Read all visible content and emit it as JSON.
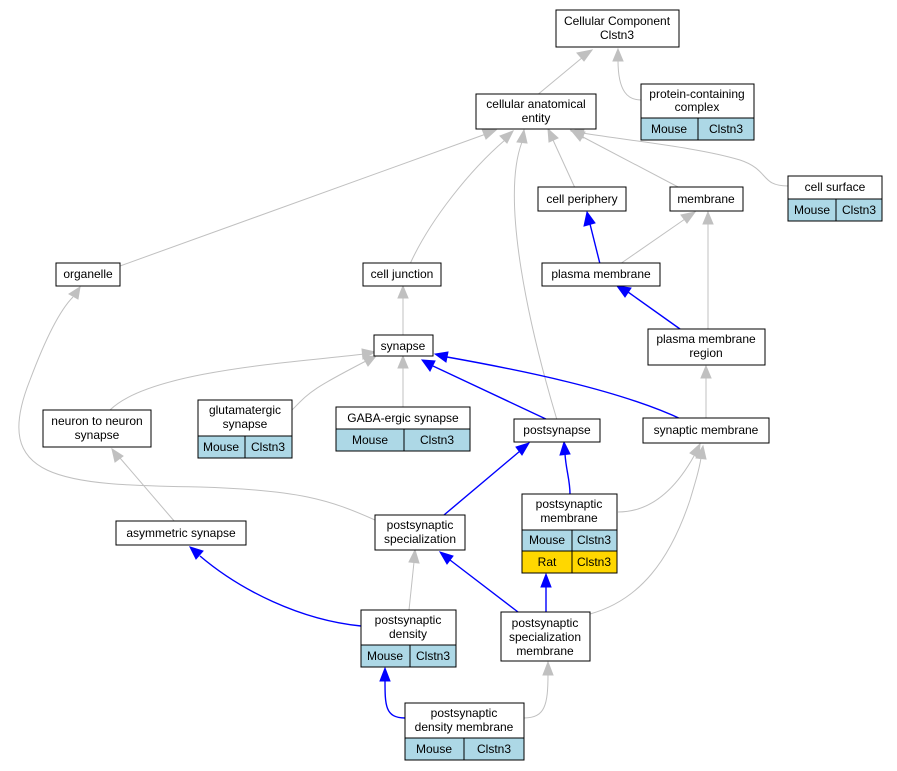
{
  "nodes": {
    "cellular_component": {
      "line1": "Cellular Component",
      "line2": "Clstn3"
    },
    "protein_containing_complex": {
      "line1": "protein-containing",
      "line2": "complex",
      "cell1": "Mouse",
      "cell2": "Clstn3"
    },
    "cellular_anatomical_entity": {
      "line1": "cellular anatomical",
      "line2": "entity"
    },
    "cell_periphery": {
      "line1": "cell periphery"
    },
    "membrane": {
      "line1": "membrane"
    },
    "cell_surface": {
      "line1": "cell surface",
      "cell1": "Mouse",
      "cell2": "Clstn3"
    },
    "organelle": {
      "line1": "organelle"
    },
    "cell_junction": {
      "line1": "cell junction"
    },
    "plasma_membrane": {
      "line1": "plasma membrane"
    },
    "plasma_membrane_region": {
      "line1": "plasma membrane",
      "line2": "region"
    },
    "synapse": {
      "line1": "synapse"
    },
    "neuron_to_neuron_synapse": {
      "line1": "neuron to neuron",
      "line2": "synapse"
    },
    "glutamatergic_synapse": {
      "line1": "glutamatergic",
      "line2": "synapse",
      "cell1": "Mouse",
      "cell2": "Clstn3"
    },
    "gaba_ergic_synapse": {
      "line1": "GABA-ergic synapse",
      "cell1": "Mouse",
      "cell2": "Clstn3"
    },
    "postsynapse": {
      "line1": "postsynapse"
    },
    "synaptic_membrane": {
      "line1": "synaptic membrane"
    },
    "postsynaptic_membrane": {
      "line1": "postsynaptic",
      "line2": "membrane",
      "cell1": "Mouse",
      "cell2": "Clstn3",
      "cell3": "Rat",
      "cell4": "Clstn3"
    },
    "asymmetric_synapse": {
      "line1": "asymmetric synapse"
    },
    "postsynaptic_specialization": {
      "line1": "postsynaptic",
      "line2": "specialization"
    },
    "postsynaptic_density": {
      "line1": "postsynaptic",
      "line2": "density",
      "cell1": "Mouse",
      "cell2": "Clstn3"
    },
    "postsynaptic_specialization_membrane": {
      "line1": "postsynaptic",
      "line2": "specialization",
      "line3": "membrane"
    },
    "postsynaptic_density_membrane": {
      "line1": "postsynaptic",
      "line2": "density membrane",
      "cell1": "Mouse",
      "cell2": "Clstn3"
    }
  },
  "colors": {
    "is_a_edge": "#c0c0c0",
    "part_of_edge": "#0000ff",
    "mouse_cell": "#add8e6",
    "rat_cell": "#ffd700"
  }
}
